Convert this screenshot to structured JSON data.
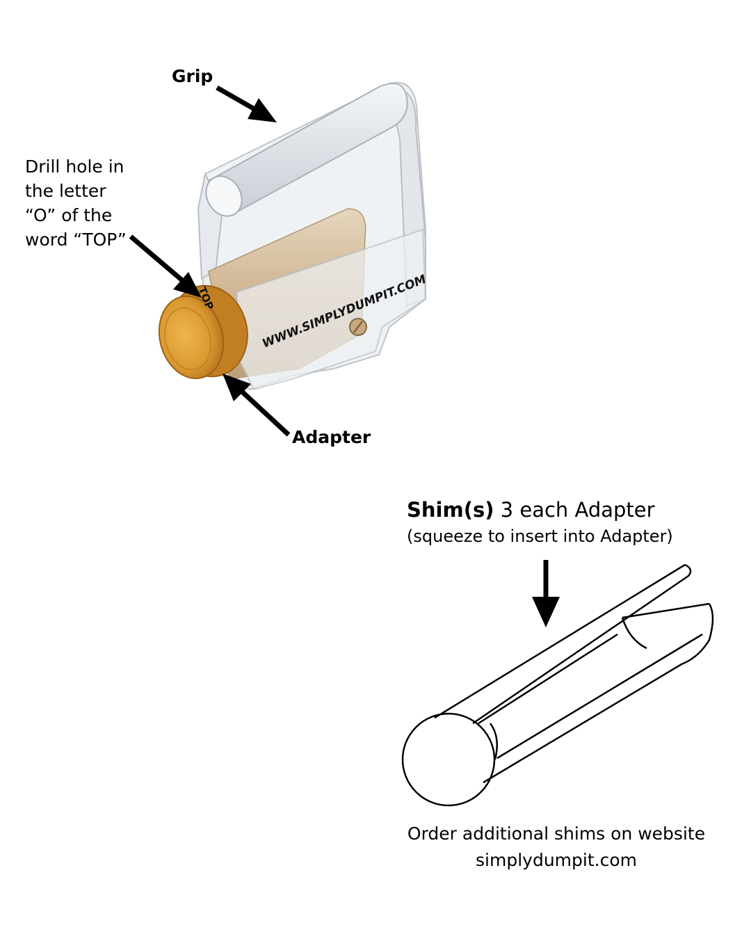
{
  "labels": {
    "grip": "Grip",
    "drill_note": [
      "Drill hole in",
      "the letter",
      "“O” of the",
      "word “TOP”"
    ],
    "adapter": "Adapter",
    "product_text": "WWW.SIMPLYDUMPIT.COM",
    "top_text": "TOP"
  },
  "shim": {
    "title_bold": "Shim(s)",
    "title_rest": " 3 each Adapter",
    "subtitle": "(squeeze to insert into Adapter)"
  },
  "footer": {
    "line1": "Order additional shims on website",
    "line2": "simplydumpit.com"
  },
  "colors": {
    "adapter": "#d9982f",
    "adapter_inner": "#c9b394",
    "plastic": "#eef1f4",
    "outline": "#b9bec4"
  }
}
